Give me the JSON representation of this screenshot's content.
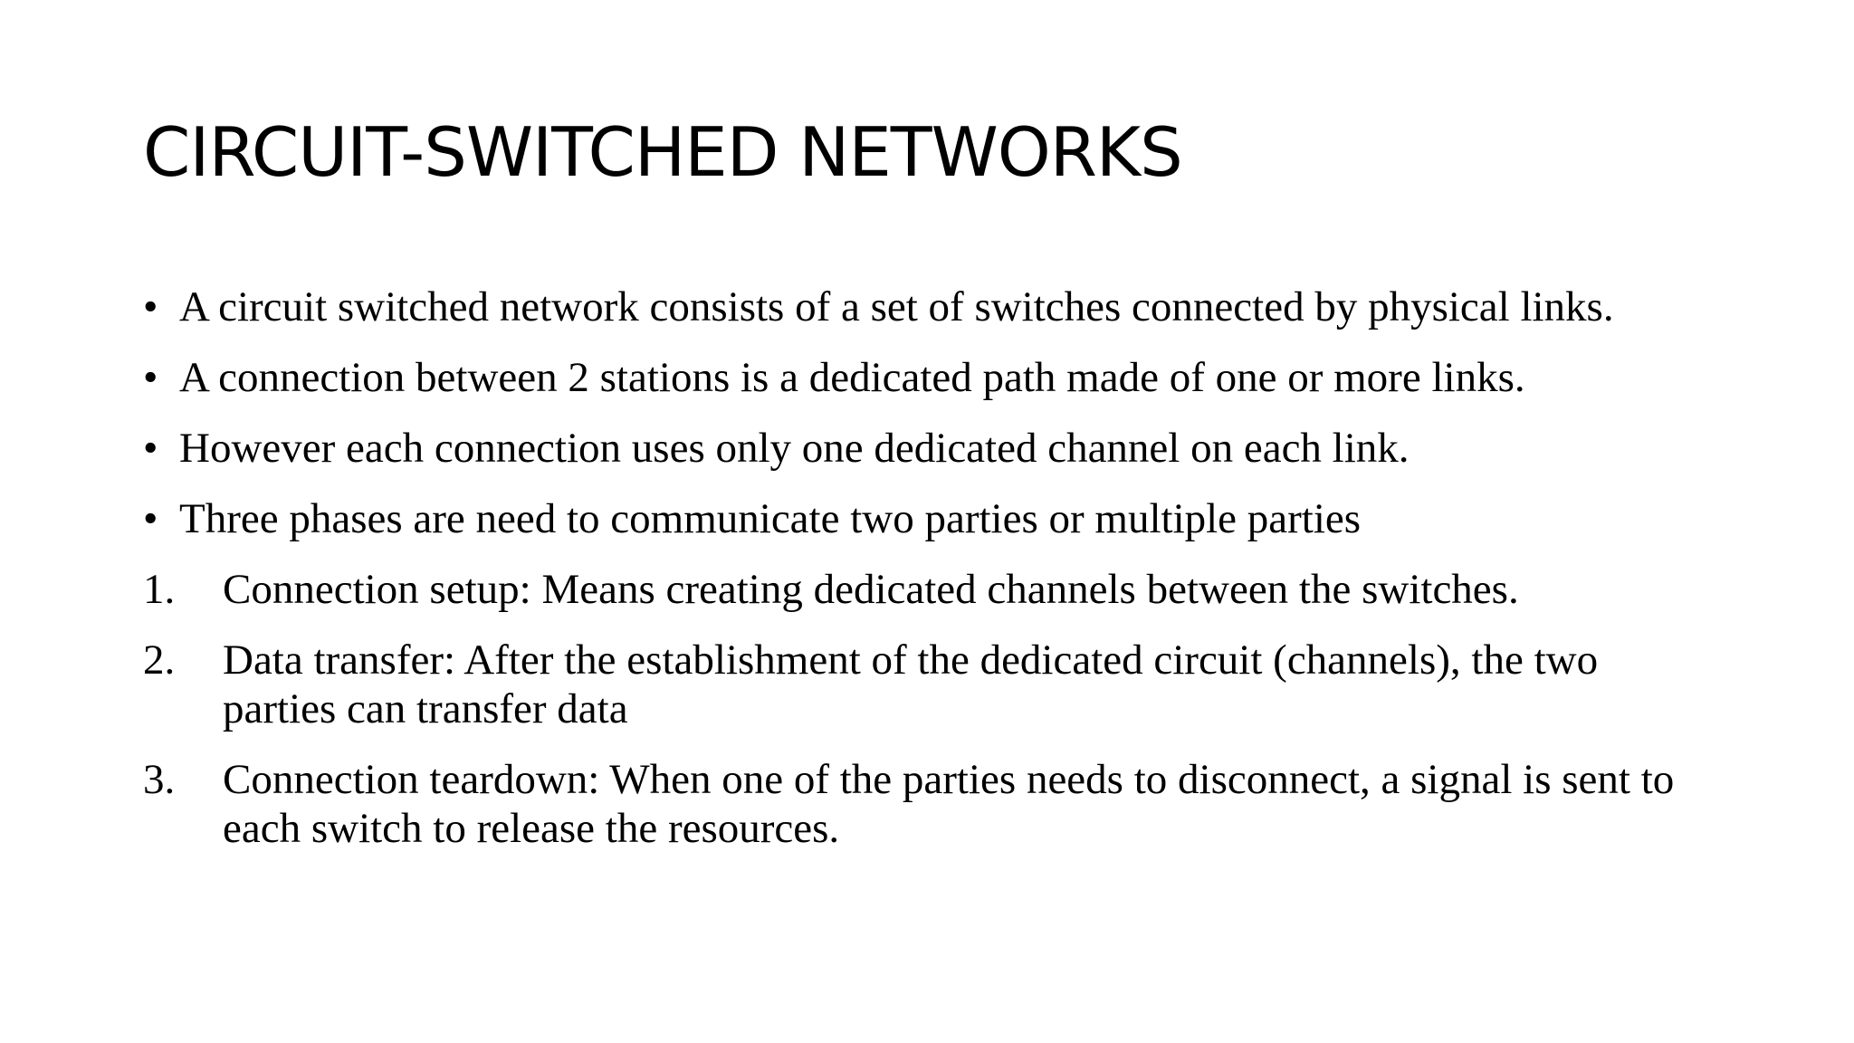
{
  "slide": {
    "title": "CIRCUIT-SWITCHED NETWORKS",
    "bullets": [
      "A circuit switched network consists of a set of switches connected by physical links.",
      "A connection between 2 stations is a dedicated path made of one or more links.",
      "However each connection uses only one dedicated channel on each link.",
      "Three phases are need to communicate two parties or multiple parties"
    ],
    "numbered": [
      {
        "marker": "1.",
        "text": "Connection setup: Means creating dedicated channels between the switches."
      },
      {
        "marker": "2.",
        "text": "Data transfer: After the establishment of the dedicated circuit (channels), the two parties can transfer data"
      },
      {
        "marker": "3.",
        "text": "Connection teardown: When one of the parties needs to disconnect, a signal is sent to each switch to release the resources."
      }
    ],
    "bullet_glyph": "•"
  }
}
